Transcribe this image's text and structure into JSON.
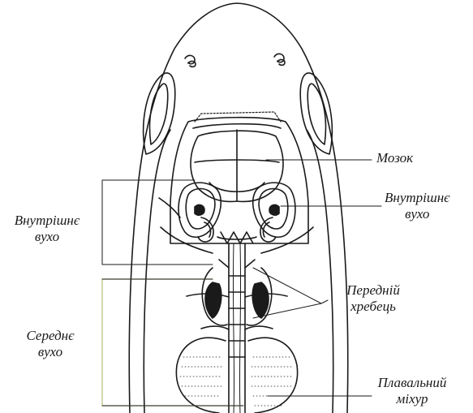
{
  "labels": {
    "brain": "Мозок",
    "inner_ear_right_1": "Внутрішнє",
    "inner_ear_right_2": "вухо",
    "inner_ear_left_1": "Внутрішнє",
    "inner_ear_left_2": "вухо",
    "front_vertebra_1": "Передній",
    "front_vertebra_2": "хребець",
    "middle_ear_1": "Середнє",
    "middle_ear_2": "вухо",
    "swim_bladder_1": "Плавальний",
    "swim_bladder_2": "міхур"
  },
  "colors": {
    "ink": "#1a1a1a",
    "bracket": "#b9bf7a",
    "background": "#ffffff"
  }
}
